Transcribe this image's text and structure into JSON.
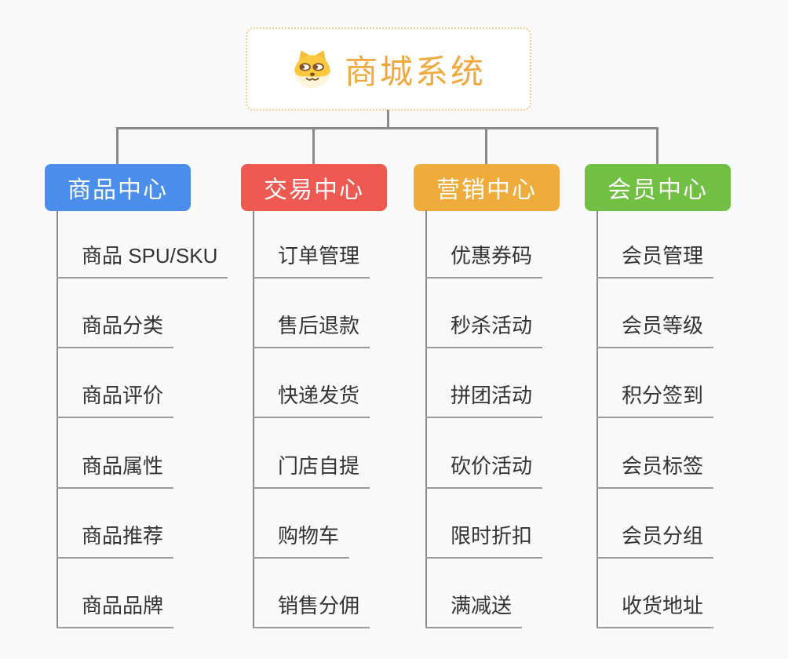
{
  "root": {
    "title": "商城系统",
    "icon": "shiba-dog"
  },
  "branches": [
    {
      "label": "商品中心",
      "color": "#4a8deb",
      "items": [
        "商品 SPU/SKU",
        "商品分类",
        "商品评价",
        "商品属性",
        "商品推荐",
        "商品品牌"
      ]
    },
    {
      "label": "交易中心",
      "color": "#ee5a52",
      "items": [
        "订单管理",
        "售后退款",
        "快递发货",
        "门店自提",
        "购物车",
        "销售分佣"
      ]
    },
    {
      "label": "营销中心",
      "color": "#efac3c",
      "items": [
        "优惠券码",
        "秒杀活动",
        "拼团活动",
        "砍价活动",
        "限时折扣",
        "满减送"
      ]
    },
    {
      "label": "会员中心",
      "color": "#72c043",
      "items": [
        "会员管理",
        "会员等级",
        "积分签到",
        "会员标签",
        "会员分组",
        "收货地址"
      ]
    }
  ],
  "colors": {
    "background": "#f9f9f9",
    "root_accent": "#f1a93e",
    "root_border": "#f6cd8e",
    "connector": "#8a8a8a",
    "leaf_text": "#333333",
    "leaf_line": "#9a9a9a",
    "node_text": "#ffffff"
  }
}
